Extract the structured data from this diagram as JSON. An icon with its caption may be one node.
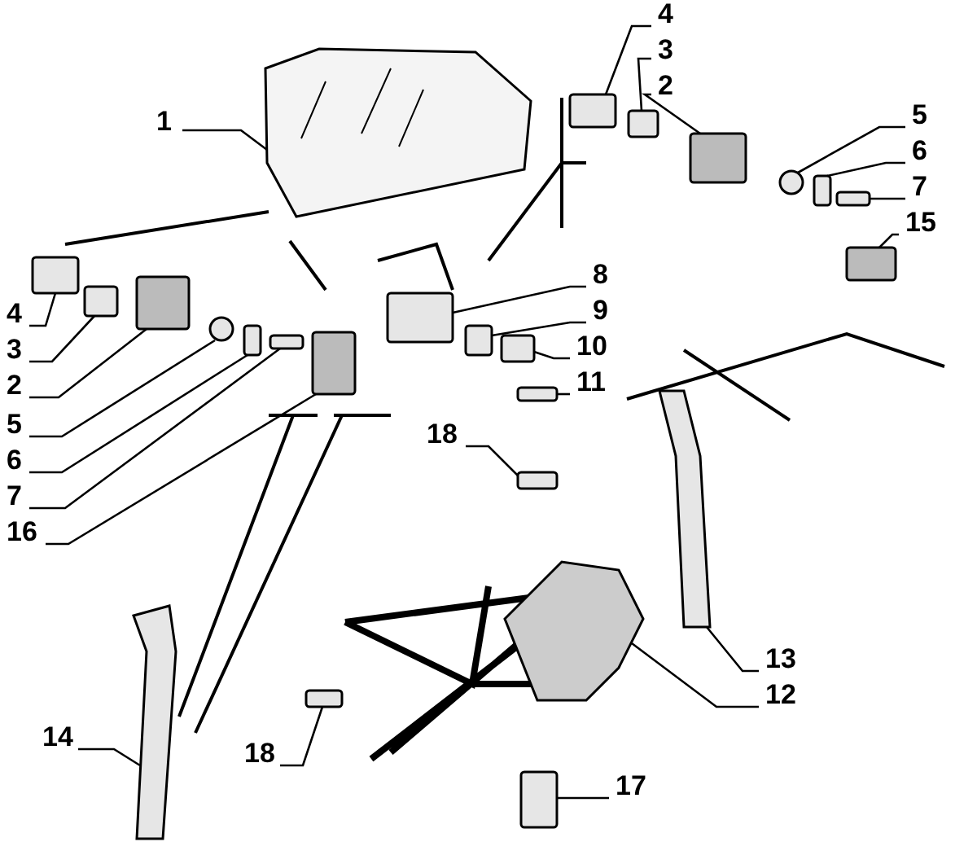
{
  "diagram": {
    "nodes": [
      {
        "text": [
          "1"
        ]
      },
      {
        "text": [
          "4"
        ]
      },
      {
        "text": [
          "3"
        ]
      },
      {
        "text": [
          "2"
        ]
      },
      {
        "text": [
          "5"
        ]
      },
      {
        "text": [
          "6"
        ]
      },
      {
        "text": [
          "7"
        ]
      },
      {
        "text": [
          "15"
        ]
      },
      {
        "text": [
          "4"
        ]
      },
      {
        "text": [
          "3"
        ]
      },
      {
        "text": [
          "2"
        ]
      },
      {
        "text": [
          "5"
        ]
      },
      {
        "text": [
          "6"
        ]
      },
      {
        "text": [
          "7"
        ]
      },
      {
        "text": [
          "16"
        ]
      },
      {
        "text": [
          "8"
        ]
      },
      {
        "text": [
          "9"
        ]
      },
      {
        "text": [
          "10"
        ]
      },
      {
        "text": [
          "11"
        ]
      },
      {
        "text": [
          "18"
        ]
      },
      {
        "text": [
          "13"
        ]
      },
      {
        "text": [
          "12"
        ]
      },
      {
        "text": [
          "14"
        ]
      },
      {
        "text": [
          "18"
        ]
      },
      {
        "text": [
          "17"
        ]
      },
      {
        "text": [],
        "shape": "picture"
      },
      {
        "text": [],
        "shape": "box"
      },
      {
        "text": [],
        "shape": "box"
      },
      {
        "text": [],
        "shape": "box"
      },
      {
        "text": [],
        "shape": "circle"
      },
      {
        "text": [],
        "shape": "box"
      },
      {
        "text": [],
        "shape": "box"
      },
      {
        "text": [],
        "shape": "box"
      },
      {
        "text": [],
        "shape": "box"
      },
      {
        "text": [],
        "shape": "box"
      },
      {
        "text": [],
        "shape": "box"
      },
      {
        "text": [],
        "shape": "circle"
      },
      {
        "text": [],
        "shape": "box"
      },
      {
        "text": [],
        "shape": "box"
      },
      {
        "text": [],
        "shape": "box"
      },
      {
        "text": [],
        "shape": "box"
      },
      {
        "text": [],
        "shape": "box"
      },
      {
        "text": [],
        "shape": "box"
      },
      {
        "text": [],
        "shape": "box"
      },
      {
        "text": [],
        "shape": "box"
      },
      {
        "text": [],
        "shape": "picture"
      },
      {
        "text": [],
        "shape": "picture"
      },
      {
        "text": [],
        "shape": "picture"
      },
      {
        "text": [],
        "shape": "box"
      },
      {
        "text": [],
        "shape": "box"
      }
    ],
    "edges": [
      {
        "from": 0,
        "to": 25,
        "arrow": "none"
      },
      {
        "from": 1,
        "to": 26,
        "arrow": "none"
      },
      {
        "from": 2,
        "to": 27,
        "arrow": "none"
      },
      {
        "from": 3,
        "to": 28,
        "arrow": "none"
      },
      {
        "from": 4,
        "to": 29,
        "arrow": "none"
      },
      {
        "from": 5,
        "to": 30,
        "arrow": "none"
      },
      {
        "from": 6,
        "to": 31,
        "arrow": "none"
      },
      {
        "from": 7,
        "to": 32,
        "arrow": "none"
      },
      {
        "from": 8,
        "to": 33,
        "arrow": "none"
      },
      {
        "from": 9,
        "to": 34,
        "arrow": "none"
      },
      {
        "from": 10,
        "to": 35,
        "arrow": "none"
      },
      {
        "from": 11,
        "to": 36,
        "arrow": "none"
      },
      {
        "from": 12,
        "to": 37,
        "arrow": "none"
      },
      {
        "from": 13,
        "to": 38,
        "arrow": "none"
      },
      {
        "from": 14,
        "to": 39,
        "arrow": "none"
      },
      {
        "from": 15,
        "to": 40,
        "arrow": "none"
      },
      {
        "from": 16,
        "to": 41,
        "arrow": "none"
      },
      {
        "from": 17,
        "to": 42,
        "arrow": "none"
      },
      {
        "from": 18,
        "to": 43,
        "arrow": "none"
      },
      {
        "from": 19,
        "to": 44,
        "arrow": "none"
      },
      {
        "from": 20,
        "to": 45,
        "arrow": "none"
      },
      {
        "from": 21,
        "to": 46,
        "arrow": "none"
      },
      {
        "from": 22,
        "to": 47,
        "arrow": "none"
      },
      {
        "from": 23,
        "to": 48,
        "arrow": "none"
      },
      {
        "from": 24,
        "to": 49,
        "arrow": "none"
      }
    ]
  }
}
